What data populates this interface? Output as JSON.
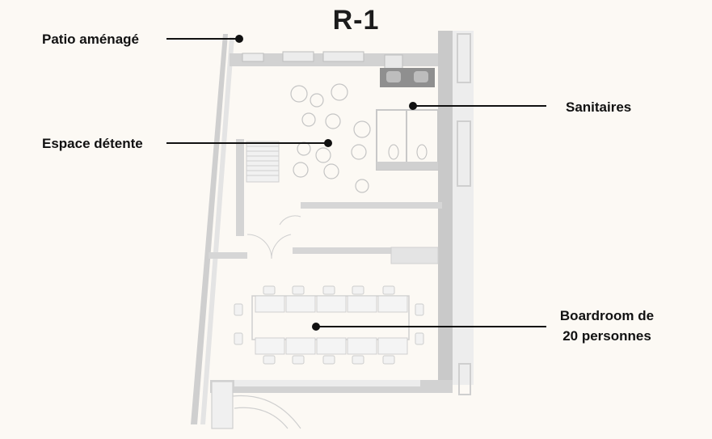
{
  "title": "R-1",
  "labels": {
    "patio": "Patio aménagé",
    "detente": "Espace détente",
    "sanitaires": "Sanitaires",
    "boardroom_line1": "Boardroom de",
    "boardroom_line2": "20 personnes"
  },
  "colors": {
    "background": "#fcf9f4",
    "wall": "#c9c9c9",
    "wall_light": "#dcdcdc",
    "furniture": "#d2d2d2",
    "leader": "#111111"
  }
}
